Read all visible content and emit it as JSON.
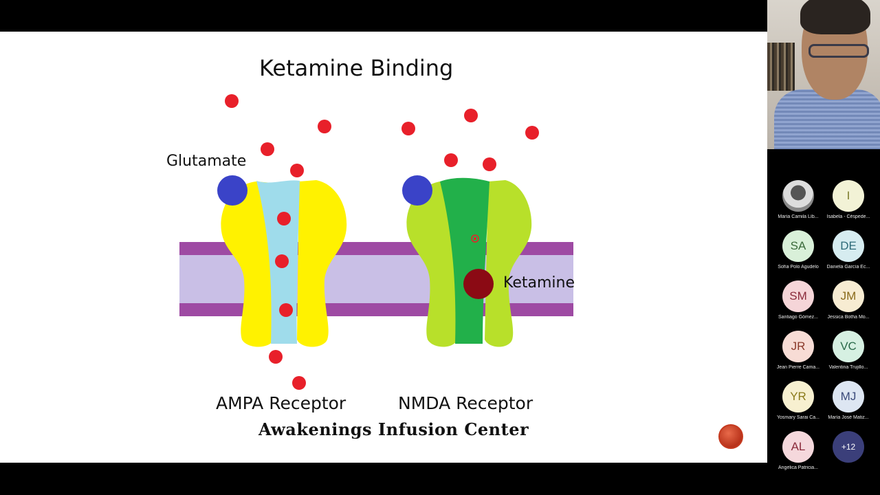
{
  "slide": {
    "title": "Ketamine Binding",
    "labels": {
      "glutamate": "Glutamate",
      "ketamine": "Ketamine",
      "ampa_receptor": "AMPA Receptor",
      "nmda_receptor": "NMDA Receptor"
    },
    "footer": "Awakenings Infusion Center"
  },
  "participants": [
    {
      "initials": "",
      "name": "María Camila Líb...",
      "bg": "#888888",
      "fg": "#ffffff",
      "photo": true
    },
    {
      "initials": "I",
      "name": "Isabela - Céspede...",
      "bg": "#f2f2d6",
      "fg": "#7a7a2a"
    },
    {
      "initials": "SA",
      "name": "Sofía Polo Agudelo",
      "bg": "#d9f0d9",
      "fg": "#3a6a3a"
    },
    {
      "initials": "DE",
      "name": "Daniela García Ec...",
      "bg": "#d6ecf0",
      "fg": "#2d6a78"
    },
    {
      "initials": "SM",
      "name": "Santiago Gómez...",
      "bg": "#f5d5d8",
      "fg": "#8a2a3a"
    },
    {
      "initials": "JM",
      "name": "Jessica Botha Mo...",
      "bg": "#f7ecd2",
      "fg": "#8a6a1a"
    },
    {
      "initials": "JR",
      "name": "Jean Pierre Cama...",
      "bg": "#f7dcd5",
      "fg": "#8a3a2a"
    },
    {
      "initials": "VC",
      "name": "Valentina Trujillo...",
      "bg": "#d6f0e2",
      "fg": "#2a6a4a"
    },
    {
      "initials": "YR",
      "name": "Yosmary Sarai Ca...",
      "bg": "#f7f0d0",
      "fg": "#8a7a1a"
    },
    {
      "initials": "MJ",
      "name": "María José Matiz...",
      "bg": "#dde6f2",
      "fg": "#3a4a7a"
    },
    {
      "initials": "AL",
      "name": "Angelica Patricia...",
      "bg": "#f5d8dc",
      "fg": "#8a2a3a"
    },
    {
      "initials": "+12",
      "name": "",
      "bg": "#3b3f7a",
      "fg": "#ffffff"
    }
  ],
  "colors": {
    "glutamate_dot": "#e8202a",
    "glutamate_site": "#3a43c8",
    "ampa_outer": "#fff200",
    "ampa_channel": "#9fdceb",
    "nmda_outer": "#b8e02a",
    "nmda_channel": "#22b04a",
    "ketamine": "#8b0a14",
    "membrane_band": "#9e4aa3",
    "membrane_core": "#c9bfe6"
  }
}
